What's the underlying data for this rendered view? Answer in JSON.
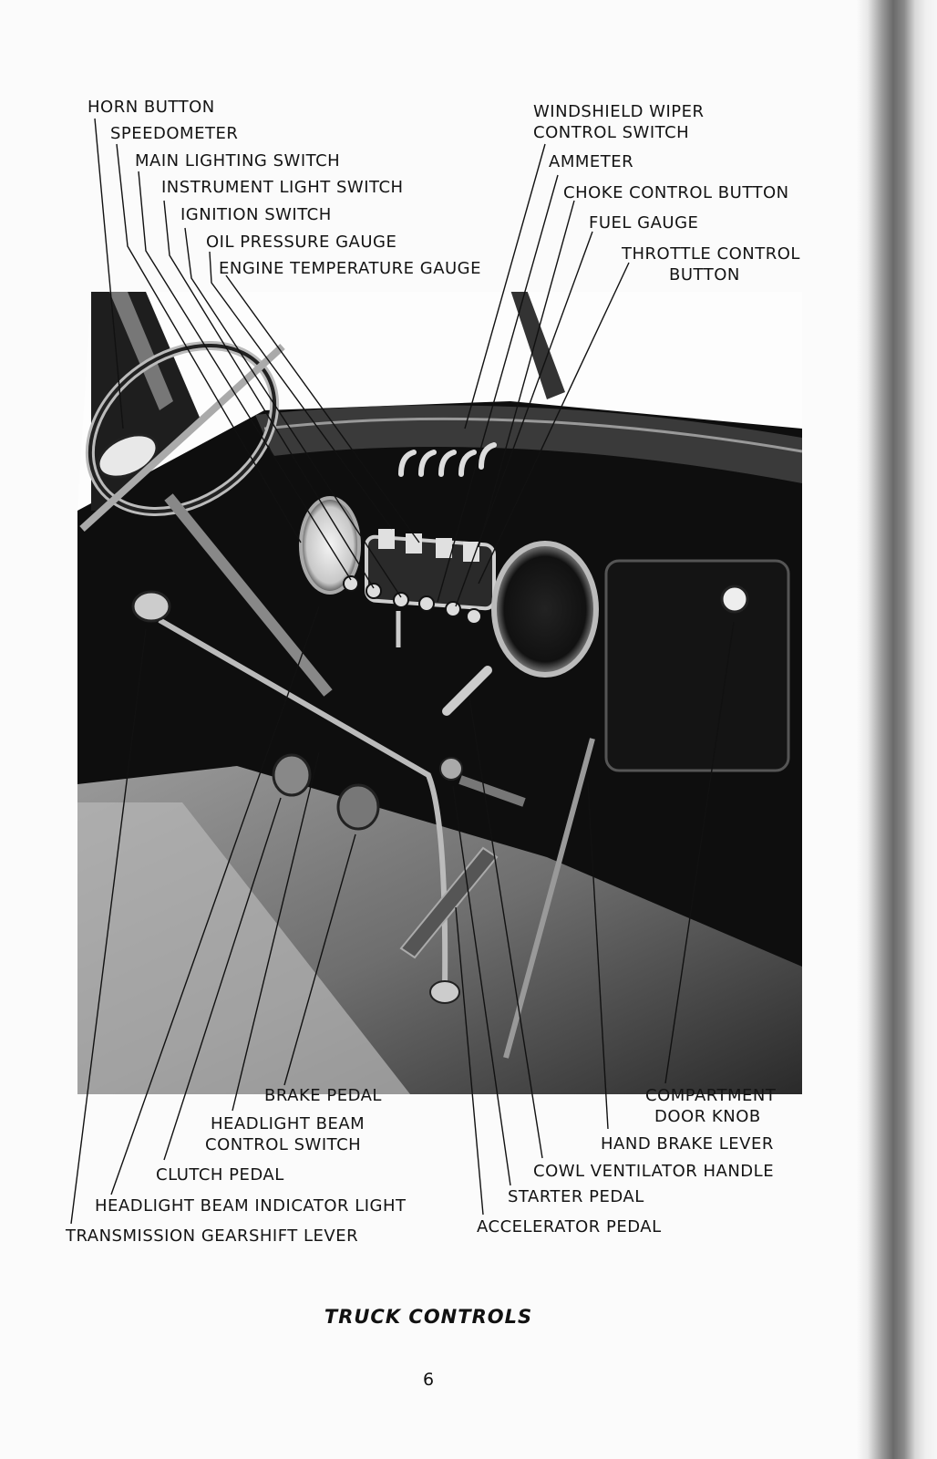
{
  "figure": {
    "title": "TRUCK CONTROLS",
    "page_number": "6",
    "top_left_labels": [
      {
        "id": "horn",
        "text": "HORN BUTTON"
      },
      {
        "id": "speedo",
        "text": "SPEEDOMETER"
      },
      {
        "id": "mainlight",
        "text": "MAIN LIGHTING SWITCH"
      },
      {
        "id": "instlight",
        "text": "INSTRUMENT LIGHT SWITCH"
      },
      {
        "id": "ignition",
        "text": "IGNITION SWITCH"
      },
      {
        "id": "oil",
        "text": "OIL PRESSURE GAUGE"
      },
      {
        "id": "temp",
        "text": "ENGINE TEMPERATURE GAUGE"
      }
    ],
    "top_right_labels": [
      {
        "id": "wiper",
        "lines": [
          "WINDSHIELD WIPER",
          "CONTROL SWITCH"
        ]
      },
      {
        "id": "ammeter",
        "lines": [
          "AMMETER"
        ]
      },
      {
        "id": "choke",
        "lines": [
          "CHOKE CONTROL BUTTON"
        ]
      },
      {
        "id": "fuel",
        "lines": [
          "FUEL GAUGE"
        ]
      },
      {
        "id": "throttle",
        "lines": [
          "THROTTLE CONTROL",
          "BUTTON"
        ]
      }
    ],
    "bottom_left_labels": [
      {
        "id": "brake",
        "lines": [
          "BRAKE PEDAL"
        ]
      },
      {
        "id": "beamswitch",
        "lines": [
          "HEADLIGHT BEAM",
          "CONTROL SWITCH"
        ]
      },
      {
        "id": "clutch",
        "lines": [
          "CLUTCH PEDAL"
        ]
      },
      {
        "id": "beamindicator",
        "lines": [
          "HEADLIGHT BEAM INDICATOR LIGHT"
        ]
      },
      {
        "id": "gearshift",
        "lines": [
          "TRANSMISSION GEARSHIFT LEVER"
        ]
      }
    ],
    "bottom_right_labels": [
      {
        "id": "compartment",
        "lines": [
          "COMPARTMENT",
          "DOOR KNOB"
        ]
      },
      {
        "id": "handbrake",
        "lines": [
          "HAND BRAKE LEVER"
        ]
      },
      {
        "id": "cowl",
        "lines": [
          "COWL VENTILATOR HANDLE"
        ]
      },
      {
        "id": "starter",
        "lines": [
          "STARTER PEDAL"
        ]
      },
      {
        "id": "accelerator",
        "lines": [
          "ACCELERATOR PEDAL"
        ]
      }
    ],
    "photo_description": "Black and white photograph of truck cab interior showing steering wheel, dashboard instruments, pedals, gearshift and hand brake lever"
  }
}
